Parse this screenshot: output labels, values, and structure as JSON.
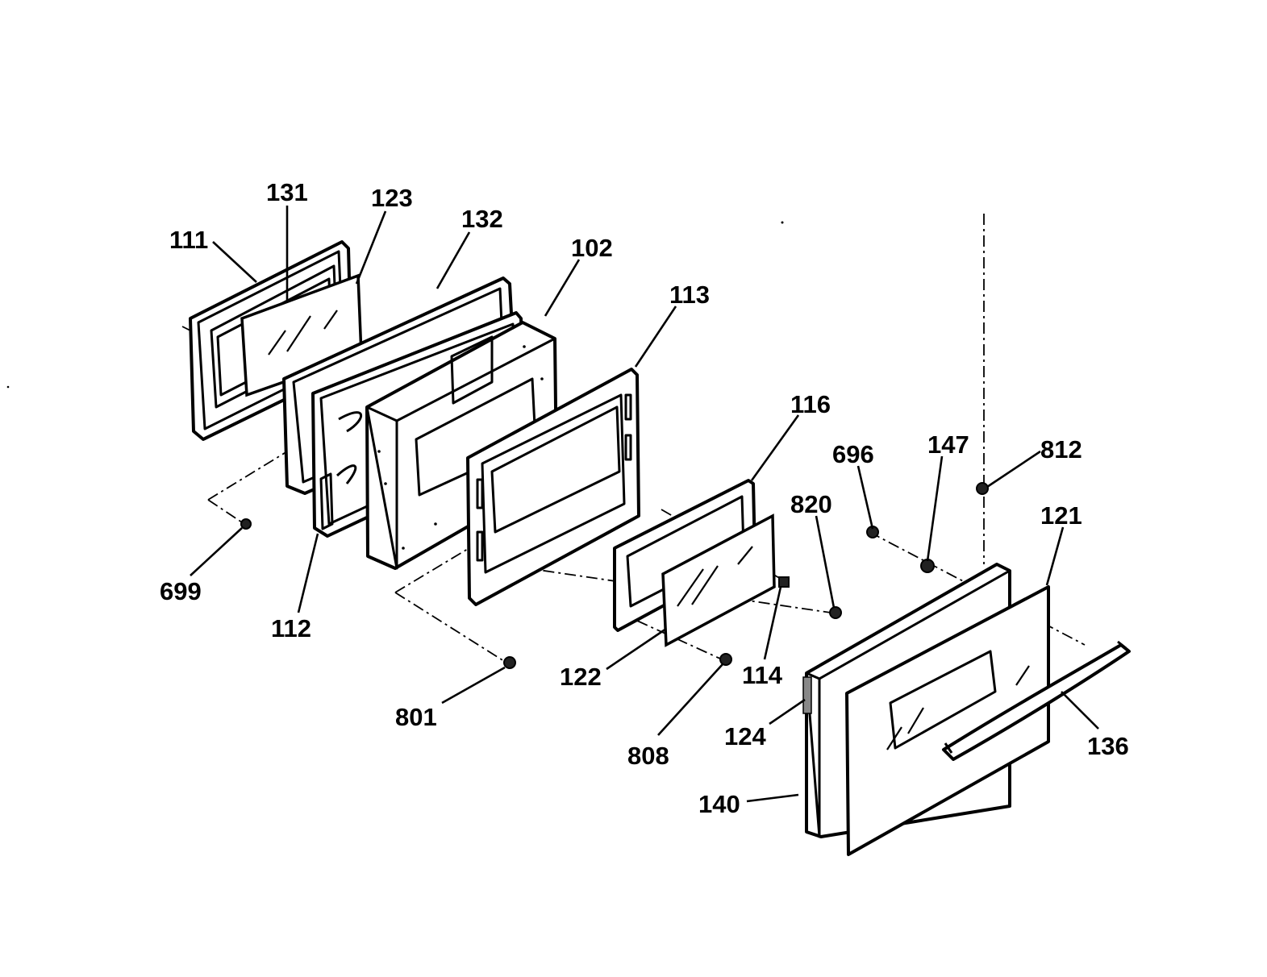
{
  "diagram": {
    "callouts": {
      "c111": "111",
      "c131": "131",
      "c123": "123",
      "c132": "132",
      "c102": "102",
      "c113": "113",
      "c116": "116",
      "c696": "696",
      "c147": "147",
      "c812": "812",
      "c820": "820",
      "c121": "121",
      "c699": "699",
      "c112": "112",
      "c122": "122",
      "c114": "114",
      "c801": "801",
      "c808": "808",
      "c124": "124",
      "c136": "136",
      "c140": "140"
    }
  }
}
